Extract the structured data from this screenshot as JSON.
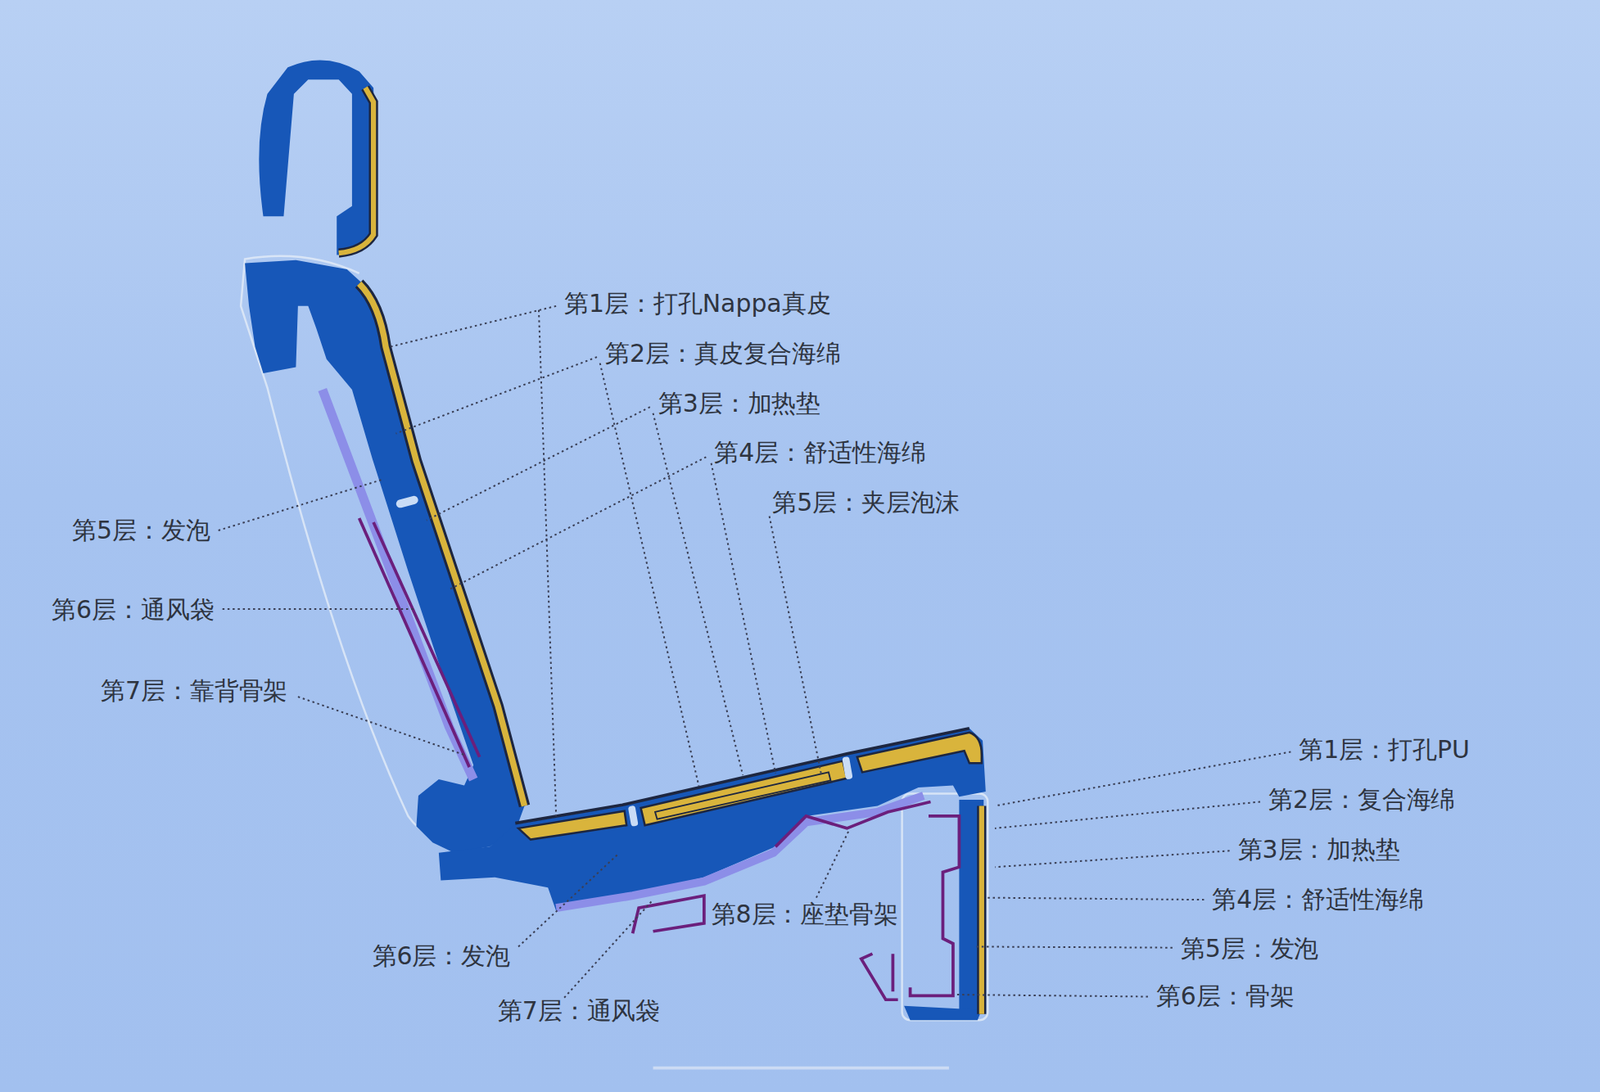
{
  "diagram": {
    "labels": [
      "第1层：打孔Nappa真皮",
      "第2层：真皮复合海绵",
      "第3层：加热垫",
      "第4层：舒适性海绵",
      "第5层：夹层泡沫",
      "第5层：发泡",
      "第6层：通风袋",
      "第7层：靠背骨架",
      "第1层：打孔PU",
      "第2层：复合海绵",
      "第3层：加热垫",
      "第4层：舒适性海绵",
      "第5层：发泡",
      "第6层：骨架",
      "第8层：座垫骨架",
      "第6层：发泡",
      "第7层：通风袋"
    ]
  }
}
